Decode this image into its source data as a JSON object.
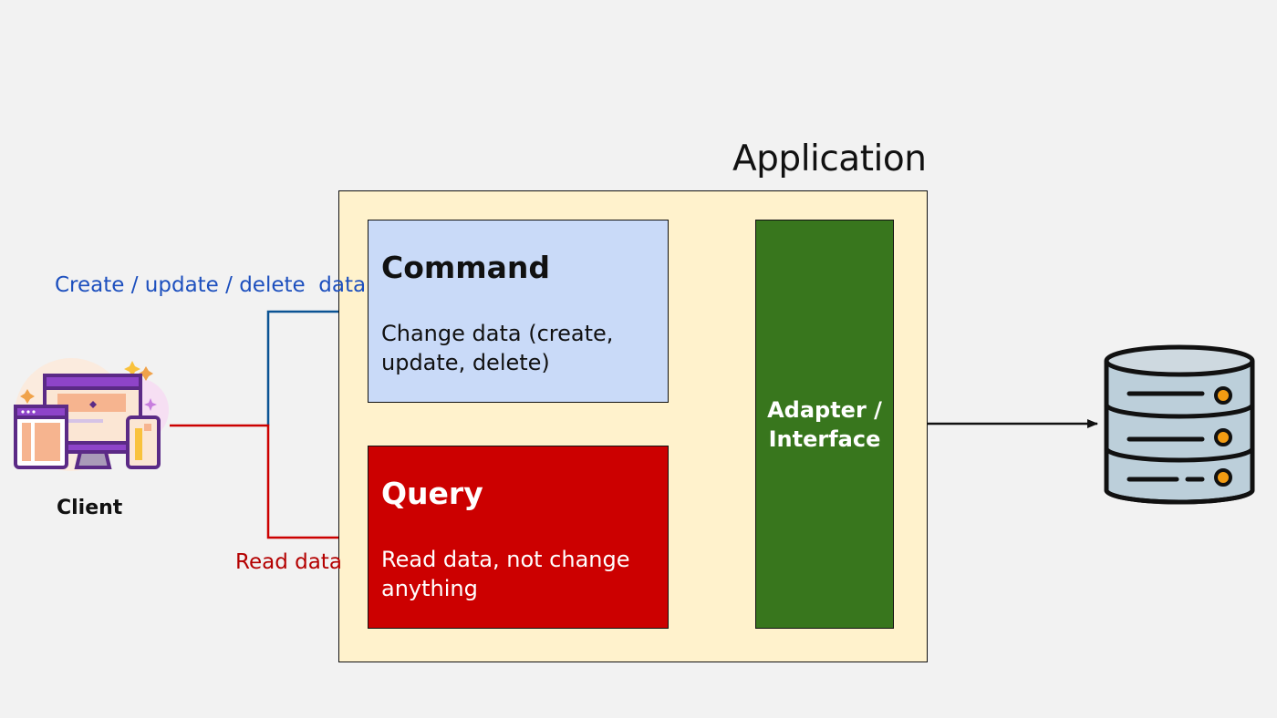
{
  "title": "Application",
  "client": {
    "label": "Client",
    "icon": "client-devices-icon"
  },
  "database": {
    "icon": "database-icon"
  },
  "command": {
    "title": "Command",
    "description": "Change data (create, update, delete)"
  },
  "query": {
    "title": "Query",
    "description": "Read data, not change anything"
  },
  "adapter": {
    "label": "Adapter /\nInterface"
  },
  "edges": {
    "command_label": "Create / update / delete  data",
    "query_label": "Read data"
  },
  "colors": {
    "background": "#f2f2f2",
    "application": "#fff2cc",
    "command": "#c9daf8",
    "query": "#cc0000",
    "adapter": "#38761d",
    "command_edge": "#0b5394",
    "query_edge": "#cc0000"
  }
}
